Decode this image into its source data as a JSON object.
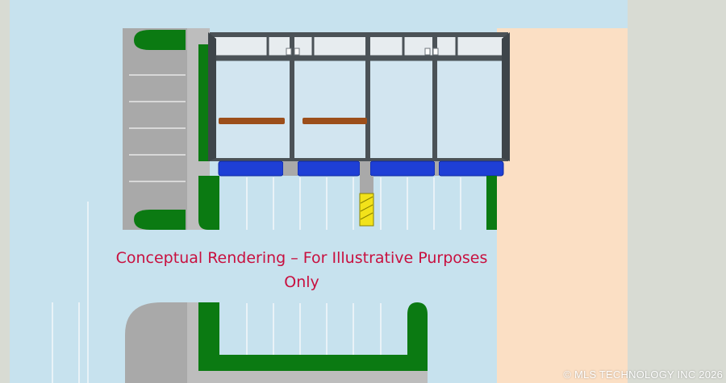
{
  "caption": {
    "line1": "Conceptual Rendering – For Illustrative Purposes",
    "line2": "Only"
  },
  "watermark": "© MLS TECHNOLOGY INC 2026",
  "colors": {
    "ground": "#c7e2ee",
    "outside": "#d8dbd3",
    "adjacent_lot": "#fbdfc4",
    "pavement": "#a9a9a9",
    "landscape": "#0b7a12",
    "awning": "#1e3fd6",
    "caption_text": "#c8103f",
    "wall": "#505860"
  }
}
